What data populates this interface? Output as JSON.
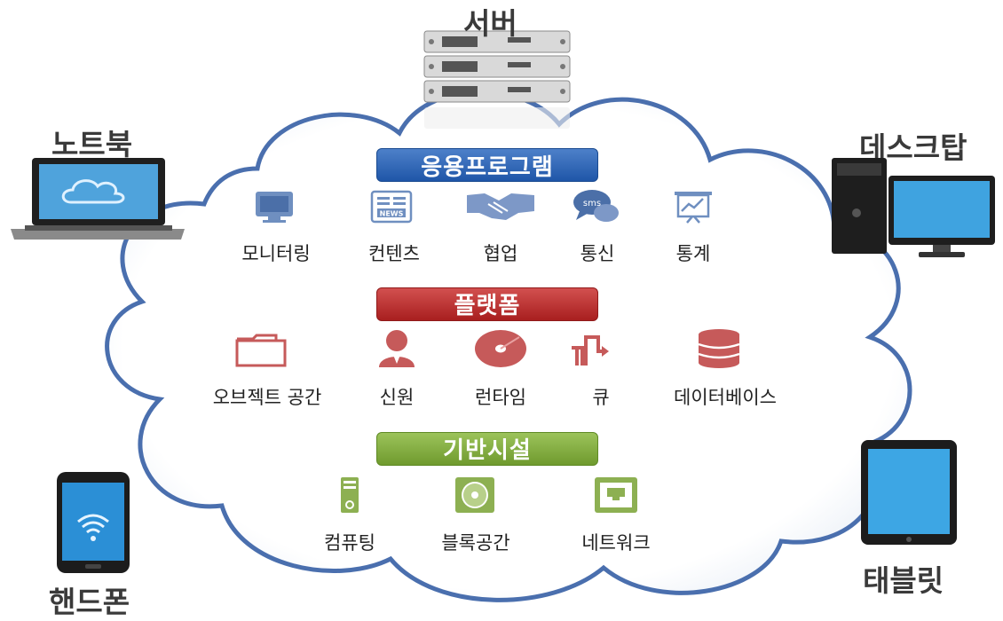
{
  "devices": {
    "server": "서버",
    "laptop": "노트북",
    "desktop": "데스크탑",
    "phone": "핸드폰",
    "tablet": "태블릿"
  },
  "layers": {
    "application": {
      "title": "응용프로그램",
      "items": [
        "모니터링",
        "컨텐츠",
        "협업",
        "통신",
        "통계"
      ],
      "color": "#2a5fb0"
    },
    "platform": {
      "title": "플랫폼",
      "items": [
        "오브젝트 공간",
        "신원",
        "런타임",
        "큐",
        "데이터베이스"
      ],
      "color": "#b52a2a"
    },
    "infrastructure": {
      "title": "기반시설",
      "items": [
        "컴퓨팅",
        "블록공간",
        "네트워크"
      ],
      "color": "#7fa83e"
    }
  },
  "icon_text": {
    "news": "NEWS",
    "sms": "sms"
  }
}
